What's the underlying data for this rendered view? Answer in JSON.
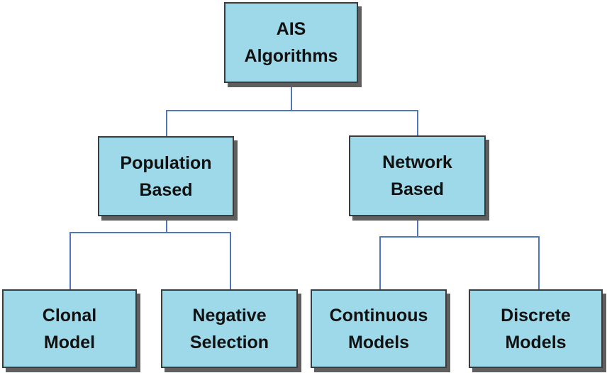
{
  "nodes": {
    "root": {
      "lines": [
        "AIS",
        "Algorithms"
      ]
    },
    "population": {
      "lines": [
        "Population",
        "Based"
      ]
    },
    "network": {
      "lines": [
        "Network",
        "Based"
      ]
    },
    "clonal": {
      "lines": [
        "Clonal",
        "Model"
      ]
    },
    "negative": {
      "lines": [
        "Negative",
        "Selection"
      ]
    },
    "continuous": {
      "lines": [
        "Continuous",
        "Models"
      ]
    },
    "discrete": {
      "lines": [
        "Discrete",
        "Models"
      ]
    }
  },
  "edges": [
    {
      "from": "root",
      "to": "population"
    },
    {
      "from": "root",
      "to": "network"
    },
    {
      "from": "population",
      "to": "clonal"
    },
    {
      "from": "population",
      "to": "negative"
    },
    {
      "from": "network",
      "to": "continuous"
    },
    {
      "from": "network",
      "to": "discrete"
    }
  ],
  "colors": {
    "box_fill": "#9dd9e8",
    "box_border": "#3c3c3c",
    "box_shadow": "#5f5f5f",
    "connector": "#5078b8"
  }
}
